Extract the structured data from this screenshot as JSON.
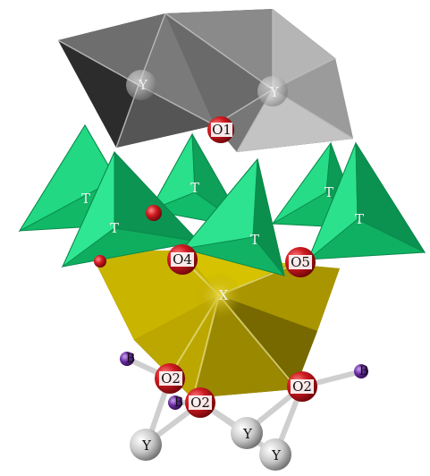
{
  "atom_labels": {
    "y_top_left": "Y",
    "y_top_right": "Y",
    "o1": "O1",
    "t1": "T",
    "t2": "T",
    "t3": "T",
    "t4": "T",
    "t5": "T",
    "t6": "T",
    "o4": "O4",
    "o5": "O5",
    "x": "X",
    "b_left": "B",
    "b_mid": "B",
    "b_right": "B",
    "o2_left": "O2",
    "o2_mid": "O2",
    "o2_right": "O2",
    "y_bottom_left": "Y",
    "y_bottom_mid": "Y",
    "y_bottom_right": "Y"
  },
  "colors": {
    "y_octahedra": "#5a5a5a",
    "t_tetrahedra": "#19d37a",
    "x_polyhedron": "#b8a300",
    "oxygen": "#c4161c",
    "boron": "#6a2aa0",
    "y_atom": "#bfbfbf"
  }
}
